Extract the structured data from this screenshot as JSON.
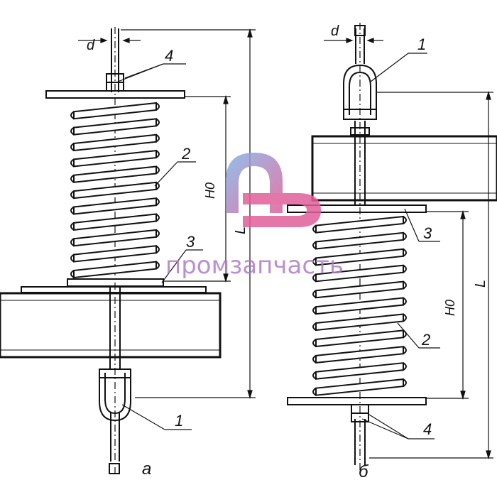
{
  "figure": {
    "left_caption": "а",
    "right_caption": "б"
  },
  "labels": {
    "left": {
      "d": "d",
      "item4": "4",
      "item2": "2",
      "item3": "3",
      "item1": "1",
      "h0": "H0",
      "l": "L"
    },
    "right": {
      "d": "d",
      "item1": "1",
      "item3": "3",
      "item2": "2",
      "item4": "4",
      "h0": "H0",
      "l": "L"
    }
  },
  "watermark": {
    "text": "промзапчасть",
    "colors": {
      "gradient_start": "#7fb3e6",
      "gradient_end": "#e0609a",
      "text": "#b07cc8"
    }
  }
}
